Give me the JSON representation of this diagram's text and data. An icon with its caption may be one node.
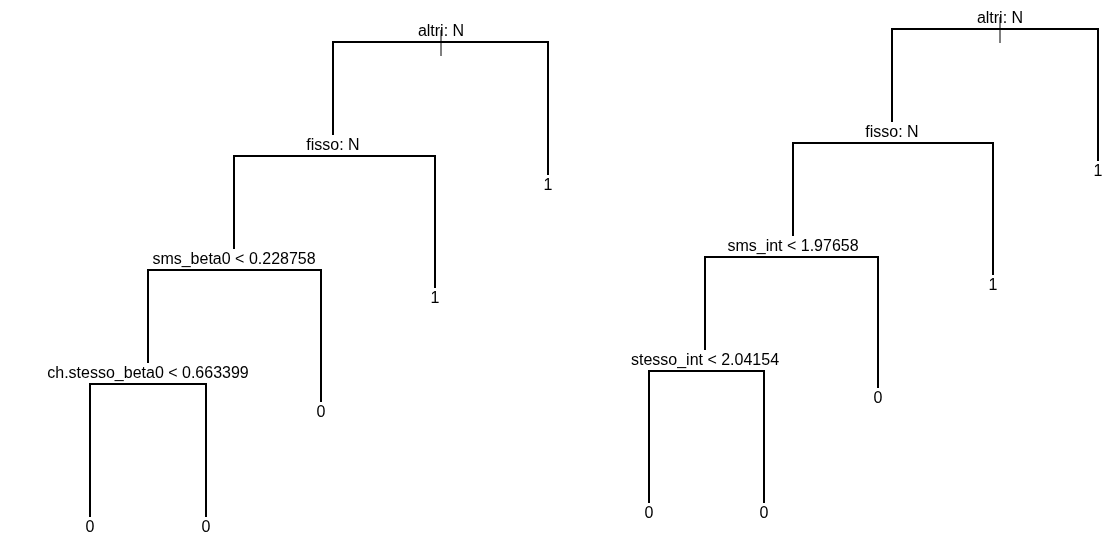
{
  "diagram": {
    "nodes": [
      {
        "text": [
          "altri: N"
        ]
      },
      {
        "text": [
          "fisso: N"
        ]
      },
      {
        "text": [
          "1"
        ]
      },
      {
        "text": [
          "sms_beta0 < 0.228758"
        ]
      },
      {
        "text": [
          "1"
        ]
      },
      {
        "text": [
          "ch.stesso_beta0 < 0.663399"
        ]
      },
      {
        "text": [
          "0"
        ]
      },
      {
        "text": [
          "0"
        ]
      },
      {
        "text": [
          "0"
        ]
      },
      {
        "text": [
          "altri: N"
        ]
      },
      {
        "text": [
          "fisso: N"
        ]
      },
      {
        "text": [
          "1"
        ]
      },
      {
        "text": [
          "sms_int < 1.97658"
        ]
      },
      {
        "text": [
          "1"
        ]
      },
      {
        "text": [
          "stesso_int < 2.04154"
        ]
      },
      {
        "text": [
          "0"
        ]
      },
      {
        "text": [
          "0"
        ]
      },
      {
        "text": [
          "0"
        ]
      }
    ],
    "edges": [
      {
        "from": 0,
        "to": 1,
        "arrow": "none"
      },
      {
        "from": 0,
        "to": 2,
        "arrow": "none"
      },
      {
        "from": 1,
        "to": 3,
        "arrow": "none"
      },
      {
        "from": 1,
        "to": 4,
        "arrow": "none"
      },
      {
        "from": 3,
        "to": 5,
        "arrow": "none"
      },
      {
        "from": 3,
        "to": 6,
        "arrow": "none"
      },
      {
        "from": 5,
        "to": 7,
        "arrow": "none"
      },
      {
        "from": 5,
        "to": 8,
        "arrow": "none"
      },
      {
        "from": 9,
        "to": 10,
        "arrow": "none"
      },
      {
        "from": 9,
        "to": 11,
        "arrow": "none"
      },
      {
        "from": 10,
        "to": 12,
        "arrow": "none"
      },
      {
        "from": 10,
        "to": 13,
        "arrow": "none"
      },
      {
        "from": 12,
        "to": 14,
        "arrow": "none"
      },
      {
        "from": 12,
        "to": 15,
        "arrow": "none"
      },
      {
        "from": 14,
        "to": 16,
        "arrow": "none"
      },
      {
        "from": 14,
        "to": 17,
        "arrow": "none"
      }
    ]
  }
}
